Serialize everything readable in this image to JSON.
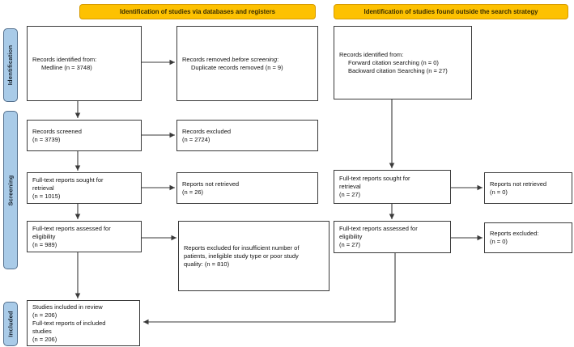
{
  "banners": {
    "left": "Identification of studies via databases and registers",
    "right": "Identification of studies found outside the search strategy"
  },
  "sidebar": {
    "identification": "Identification",
    "screening": "Screening",
    "included": "Included"
  },
  "colors": {
    "banner_fill": "#FDC101",
    "banner_border": "#D79B00",
    "tab_fill": "#A9CBE8",
    "tab_border": "#54708E",
    "box_border": "#3A3A3A",
    "arrow": "#3A3A3A"
  },
  "boxes": {
    "records_identified_db": {
      "lines": [
        "Records identified from:",
        "Medline (n = 3748)"
      ]
    },
    "records_removed": {
      "line1_pre": "Records removed ",
      "line1_italic": "before screening",
      "line1_post": ":",
      "line2": "Duplicate records removed (n = 9)"
    },
    "records_identified_citation": {
      "lines": [
        "Records identified from:",
        "Forward citation searching (n = 0)",
        "Backward citation Searching (n = 27)"
      ]
    },
    "records_screened": {
      "lines": [
        "Records screened",
        "(n = 3739)"
      ]
    },
    "records_excluded": {
      "lines": [
        "Records excluded",
        "(n = 2724)"
      ]
    },
    "reports_sought_db": {
      "lines": [
        "Full-text reports sought for",
        "retrieval",
        "(n = 1015)"
      ]
    },
    "reports_not_retrieved_db": {
      "lines": [
        "Reports not retrieved",
        "(n = 26)"
      ]
    },
    "reports_sought_citation": {
      "lines": [
        "Full-text reports sought for",
        "retrieval",
        "(n = 27)"
      ]
    },
    "reports_not_retrieved_citation": {
      "lines": [
        "Reports not retrieved",
        "(n = 0)"
      ]
    },
    "reports_assessed_db": {
      "lines": [
        "Full-text reports assessed for",
        "eligibility",
        "(n = 989)"
      ]
    },
    "reports_excluded_db": {
      "lines": [
        "Reports excluded for insufficient number of",
        "patients, ineligible study type or poor study",
        "quality: (n = 810)"
      ]
    },
    "reports_assessed_citation": {
      "lines": [
        "Full-text reports assessed for",
        "eligibility",
        "(n = 27)"
      ]
    },
    "reports_excluded_citation": {
      "lines": [
        "Reports excluded:",
        "(n = 0)"
      ]
    },
    "studies_included": {
      "lines": [
        "Studies included in review",
        "(n = 206)",
        "Full-text reports of included",
        "studies",
        "(n = 206)"
      ]
    }
  }
}
